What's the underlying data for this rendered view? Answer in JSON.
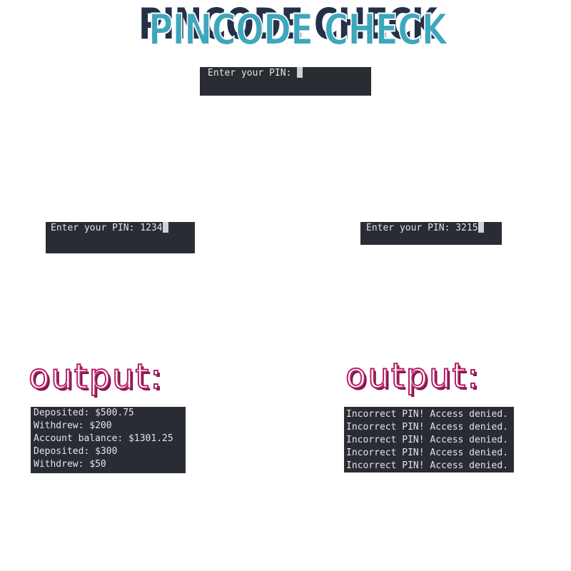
{
  "title": "PINCODE CHECK",
  "prompt_empty": "Enter your PIN: ",
  "example_left": {
    "prompt": "Enter your PIN: 1234",
    "output_heading": "output:",
    "output_lines": [
      "Deposited: $500.75",
      "Withdrew: $200",
      "Account balance: $1301.25",
      "Deposited: $300",
      "Withdrew: $50"
    ]
  },
  "example_right": {
    "prompt": "Enter your PIN: 3215",
    "output_heading": "output:",
    "output_lines": [
      "Incorrect PIN! Access denied.",
      "Incorrect PIN! Access denied.",
      "Incorrect PIN! Access denied.",
      "Incorrect PIN! Access denied.",
      "Incorrect PIN! Access denied."
    ]
  },
  "colors": {
    "terminal_bg": "#292c33",
    "terminal_text": "#e2e4e8",
    "title_front": "#3ea6bd",
    "title_shadow": "#243047",
    "output_stroke": "#b32367"
  }
}
